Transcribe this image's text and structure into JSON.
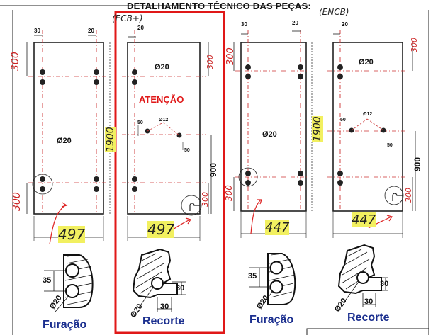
{
  "document": {
    "title": "DETALHAMENTO TÉCNICO DAS PEÇAS:",
    "handwritten_top_left": "(ECB+)",
    "handwritten_top_right": "(ENCB)",
    "warning": "ATENÇÃO",
    "panels": [
      {
        "dim_top_a": "30",
        "dim_top_b": "20",
        "dim_left_top": "300",
        "dim_left_bottom": "300",
        "hole_dia": "Ø20",
        "dim_width": "497",
        "dim_height_hand": "1900"
      },
      {
        "dim_top": "20",
        "hole_dia": "Ø20",
        "dim_right_top": "300",
        "small_dia": "Ø12",
        "dim_50_a": "50",
        "dim_50_b": "50",
        "dim_900": "900",
        "dim_right_bottom": "300",
        "dim_width": "497"
      },
      {
        "dim_top_a": "30",
        "dim_top_b": "20",
        "dim_left_top": "300",
        "dim_left_bottom": "300",
        "hole_dia": "Ø20",
        "dim_width": "447",
        "dim_height_hand": "1900"
      },
      {
        "dim_top": "20",
        "hole_dia": "Ø20",
        "dim_right_top": "300",
        "small_dia": "Ø12",
        "dim_50_a": "50",
        "dim_50_b": "50",
        "dim_900": "900",
        "dim_right_bottom": "300",
        "dim_width": "447"
      }
    ],
    "details": [
      {
        "dim_a": "35",
        "dia": "Ø20",
        "caption": "Furação"
      },
      {
        "dim_a": "30",
        "dim_b": "30",
        "dia": "Ø20",
        "caption": "Recorte"
      },
      {
        "dim_a": "35",
        "dia": "Ø20",
        "caption": "Furação"
      },
      {
        "dim_a": "30",
        "dim_b": "30",
        "dia": "Ø20",
        "caption": "Recorte"
      }
    ]
  }
}
